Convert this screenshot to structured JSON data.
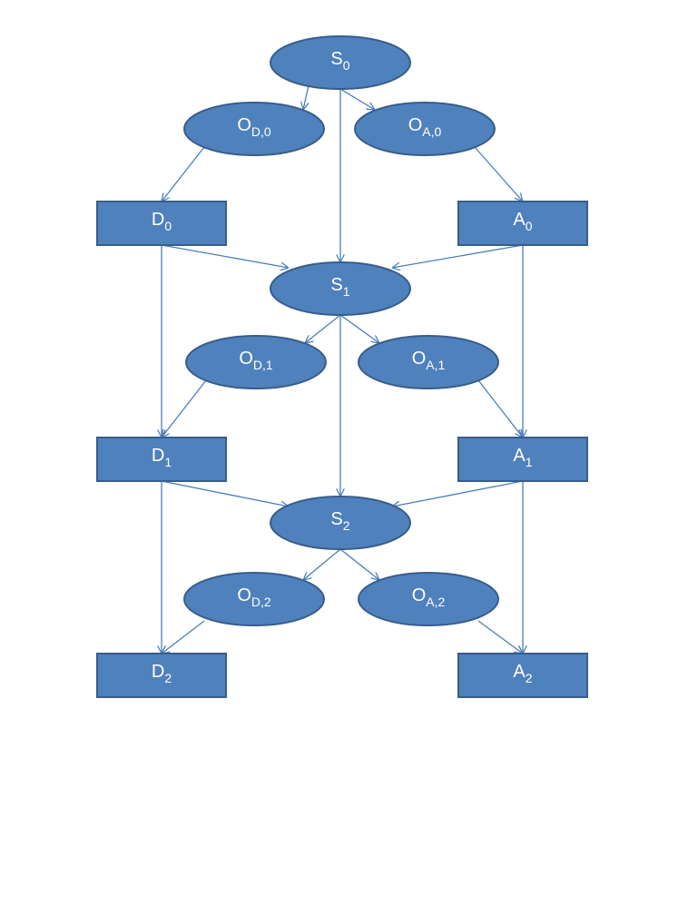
{
  "colors": {
    "node_fill": "#4f81bd",
    "node_stroke": "#385d8a",
    "edge": "#4a7ebb",
    "label": "#ffffff"
  },
  "nodes": {
    "S0": {
      "base": "S",
      "sub": "0"
    },
    "OD0": {
      "base": "O",
      "sub": "D,0"
    },
    "OA0": {
      "base": "O",
      "sub": "A,0"
    },
    "D0": {
      "base": "D",
      "sub": "0"
    },
    "A0": {
      "base": "A",
      "sub": "0"
    },
    "S1": {
      "base": "S",
      "sub": "1"
    },
    "OD1": {
      "base": "O",
      "sub": "D,1"
    },
    "OA1": {
      "base": "O",
      "sub": "A,1"
    },
    "D1": {
      "base": "D",
      "sub": "1"
    },
    "A1": {
      "base": "A",
      "sub": "1"
    },
    "S2": {
      "base": "S",
      "sub": "2"
    },
    "OD2": {
      "base": "O",
      "sub": "D,2"
    },
    "OA2": {
      "base": "O",
      "sub": "A,2"
    },
    "D2": {
      "base": "D",
      "sub": "2"
    },
    "A2": {
      "base": "A",
      "sub": "2"
    }
  },
  "edges": [
    [
      "S0",
      "OD0"
    ],
    [
      "S0",
      "OA0"
    ],
    [
      "S0",
      "S1"
    ],
    [
      "OD0",
      "D0"
    ],
    [
      "OA0",
      "A0"
    ],
    [
      "D0",
      "S1"
    ],
    [
      "A0",
      "S1"
    ],
    [
      "D0",
      "D1"
    ],
    [
      "A0",
      "A1"
    ],
    [
      "S1",
      "OD1"
    ],
    [
      "S1",
      "OA1"
    ],
    [
      "S1",
      "S2"
    ],
    [
      "OD1",
      "D1"
    ],
    [
      "OA1",
      "A1"
    ],
    [
      "D1",
      "S2"
    ],
    [
      "A1",
      "S2"
    ],
    [
      "D1",
      "D2"
    ],
    [
      "A1",
      "A2"
    ],
    [
      "S2",
      "OD2"
    ],
    [
      "S2",
      "OA2"
    ],
    [
      "OD2",
      "D2"
    ],
    [
      "OA2",
      "A2"
    ]
  ]
}
